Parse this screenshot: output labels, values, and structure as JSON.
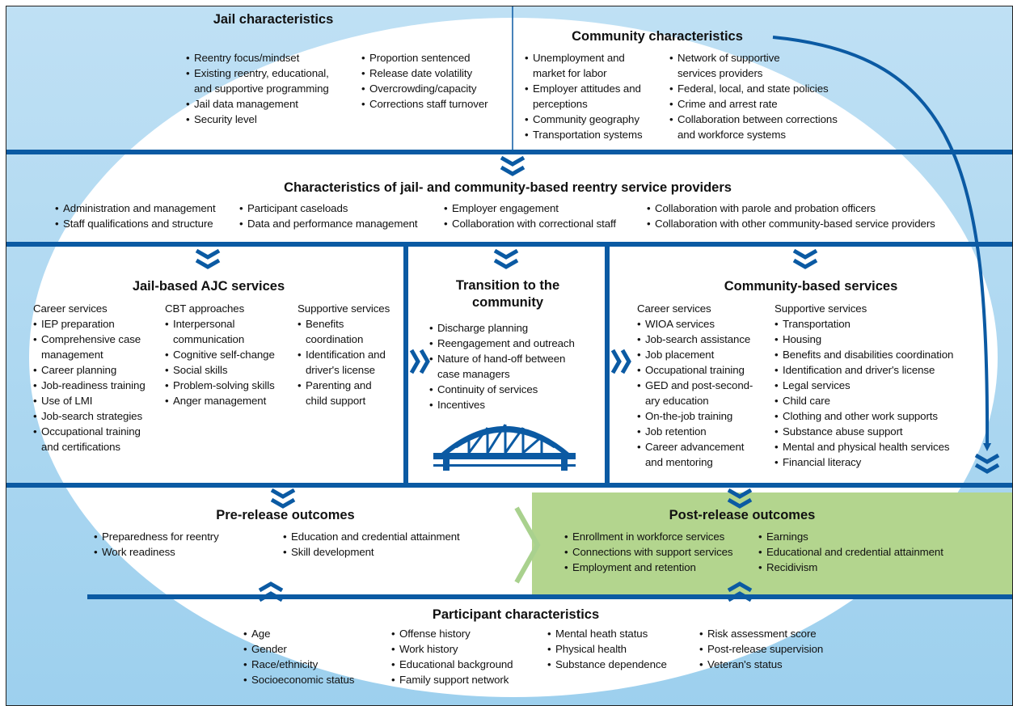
{
  "jail": {
    "title": "Jail characteristics",
    "col1": [
      "Reentry focus/mindset",
      "Existing reentry, educational,|and supportive programming",
      "Jail data management",
      "Security level"
    ],
    "col2": [
      "Proportion sentenced",
      "Release date volatility",
      "Overcrowding/capacity",
      "Corrections staff turnover"
    ]
  },
  "community": {
    "title": "Community characteristics",
    "col1": [
      "Unemployment and|market for labor",
      "Employer attitudes and|perceptions",
      "Community geography",
      "Transportation systems"
    ],
    "col2": [
      "Network of supportive|services providers",
      "Federal, local, and state policies",
      "Crime and arrest rate",
      "Collaboration between corrections|and workforce systems"
    ]
  },
  "providers": {
    "title": "Characteristics of jail- and community-based reentry service providers",
    "col1": [
      "Administration and management",
      "Staff qualifications and structure"
    ],
    "col2": [
      "Participant caseloads",
      "Data and performance management"
    ],
    "col3": [
      "Employer engagement",
      "Collaboration with correctional staff"
    ],
    "col4": [
      "Collaboration with parole and probation officers",
      "Collaboration with other community-based service providers"
    ]
  },
  "jail_ajc": {
    "title": "Jail-based AJC services",
    "career_header": "Career services",
    "career": [
      "IEP preparation",
      "Comprehensive case|management",
      "Career planning",
      "Job-readiness training",
      "Use of LMI",
      "Job-search strategies",
      "Occupational training|and certifications"
    ],
    "cbt_header": "CBT approaches",
    "cbt": [
      "Interpersonal|communication",
      "Cognitive self-change",
      "Social skills",
      "Problem-solving skills",
      "Anger management"
    ],
    "support_header": "Supportive services",
    "support": [
      "Benefits|coordination",
      "Identification and|driver's license",
      "Parenting and|child support"
    ]
  },
  "transition": {
    "title_line1": "Transition to the",
    "title_line2": "community",
    "items": [
      "Discharge planning",
      "Reengagement and outreach",
      "Nature of hand-off between|case managers",
      "Continuity of services",
      "Incentives"
    ]
  },
  "community_services": {
    "title": "Community-based services",
    "career_header": "Career services",
    "career": [
      "WIOA services",
      "Job-search assistance",
      "Job placement",
      "Occupational training",
      "GED and post-second-|ary education",
      "On-the-job training",
      "Job retention",
      "Career advancement|and mentoring"
    ],
    "support_header": "Supportive services",
    "support": [
      "Transportation",
      "Housing",
      "Benefits and disabilities coordination",
      "Identification and driver's license",
      "Legal services",
      "Child care",
      "Clothing and other work supports",
      "Substance abuse support",
      "Mental and physical health services",
      "Financial literacy"
    ]
  },
  "pre_release": {
    "title": "Pre-release outcomes",
    "col1": [
      "Preparedness for reentry",
      "Work readiness"
    ],
    "col2": [
      "Education and credential attainment",
      "Skill development"
    ]
  },
  "post_release": {
    "title": "Post-release outcomes",
    "col1": [
      "Enrollment in workforce services",
      "Connections with support services",
      "Employment and retention"
    ],
    "col2": [
      "Earnings",
      "Educational and credential attainment",
      "Recidivism"
    ]
  },
  "participant": {
    "title": "Participant characteristics",
    "col1": [
      "Age",
      "Gender",
      "Race/ethnicity",
      "Socioeconomic status"
    ],
    "col2": [
      "Offense history",
      "Work history",
      "Educational background",
      "Family support network"
    ],
    "col3": [
      "Mental heath status",
      "Physical health",
      "Substance dependence"
    ],
    "col4": [
      "Risk assessment score",
      "Post-release supervision",
      "Veteran's status"
    ]
  },
  "colors": {
    "line": "#0b5aa3",
    "green": "#b3d58e",
    "sky": "#a8d6f0",
    "chevron_green": "#a9d18e"
  }
}
